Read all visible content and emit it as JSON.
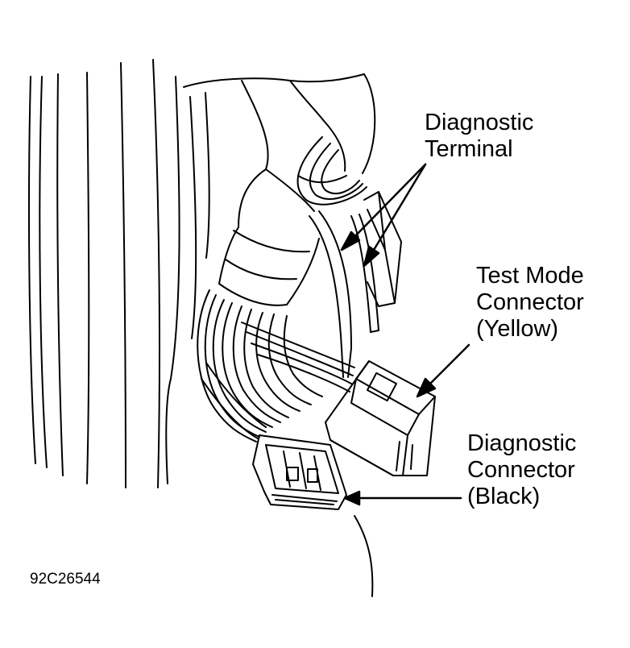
{
  "labels": {
    "diagnostic_terminal": [
      "Diagnostic",
      "Terminal"
    ],
    "test_mode_connector": [
      "Test Mode",
      "Connector",
      "(Yellow)"
    ],
    "diagnostic_connector": [
      "Diagnostic",
      "Connector",
      "(Black)"
    ]
  },
  "figure_id": "92C26544",
  "colors": {
    "ink": "#000000",
    "paper": "#ffffff"
  }
}
